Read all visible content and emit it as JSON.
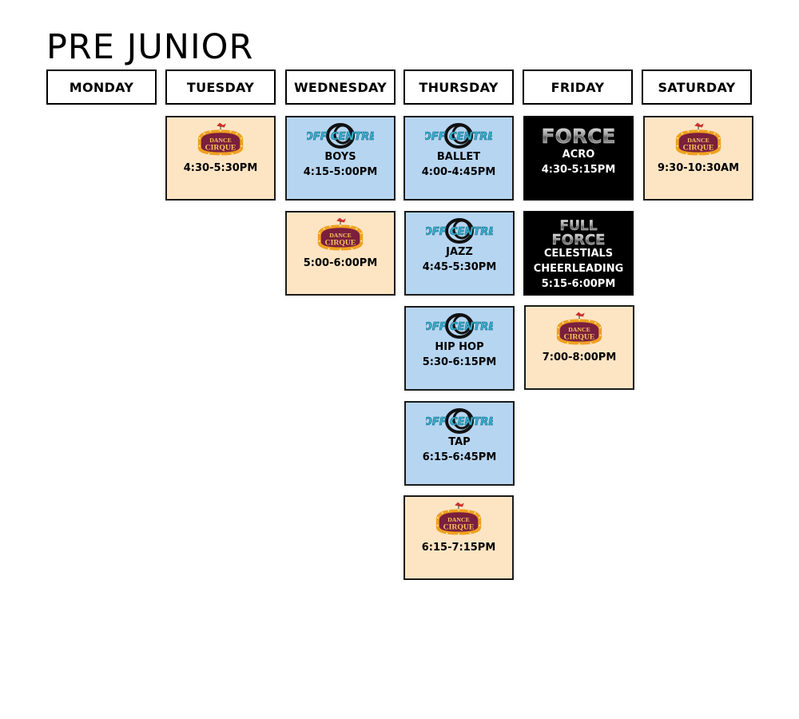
{
  "title": "PRE JUNIOR",
  "days": [
    "MONDAY",
    "TUESDAY",
    "WEDNESDAY",
    "THURSDAY",
    "FRIDAY",
    "SATURDAY"
  ],
  "logos": {
    "cirque_text": [
      "DANCE",
      "CIRQUE"
    ],
    "offcentre_text": "OFF CENTRE",
    "force_text": "FORCE",
    "full_force_text": [
      "FULL",
      "FORCE"
    ]
  },
  "classes": {
    "tue_1": {
      "time": "4:30-5:30PM"
    },
    "wed_1": {
      "name": "BOYS",
      "time": "4:15-5:00PM"
    },
    "wed_2": {
      "time": "5:00-6:00PM"
    },
    "thu_1": {
      "name": "BALLET",
      "time": "4:00-4:45PM"
    },
    "thu_2": {
      "name": "JAZZ",
      "time": "4:45-5:30PM"
    },
    "thu_3": {
      "name": "HIP HOP",
      "time": "5:30-6:15PM"
    },
    "thu_4": {
      "name": "TAP",
      "time": "6:15-6:45PM"
    },
    "thu_5": {
      "time": "6:15-7:15PM"
    },
    "fri_1": {
      "name": "ACRO",
      "time": "4:30-5:15PM"
    },
    "fri_2": {
      "name1": "CELESTIALS",
      "name2": "CHEERLEADING",
      "time": "5:15-6:00PM"
    },
    "fri_3": {
      "time": "7:00-8:00PM"
    },
    "sat_1": {
      "time": "9:30-10:30AM"
    }
  },
  "colors": {
    "cirque_bg": "#fde5c4",
    "offcentre_bg": "#b6d5f1",
    "force_bg": "#000000"
  }
}
